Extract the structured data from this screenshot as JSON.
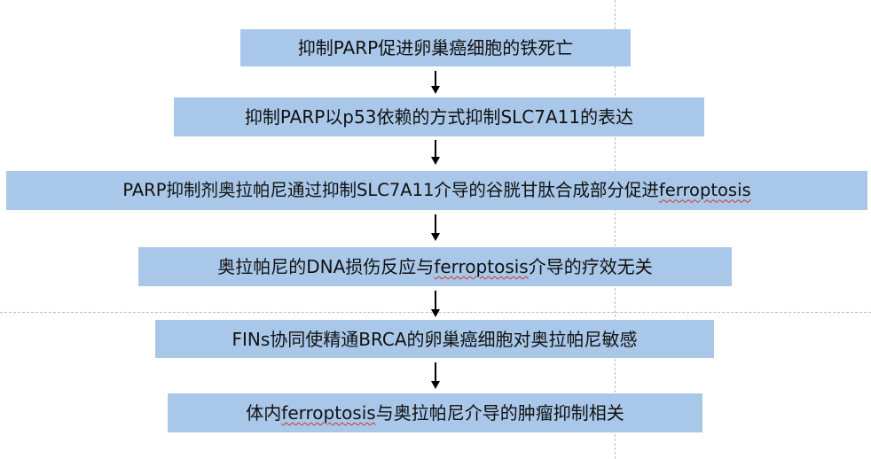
{
  "steps": [
    {
      "text": "抑制PARP促进卵巢癌细胞的铁死亡"
    },
    {
      "text": "抑制PARP以p53依赖的方式抑制SLC7A11的表达"
    },
    {
      "text_before": "PARP抑制剂奥拉帕尼通过抑制SLC7A11介导的谷胱甘肽合成部分促进",
      "term": "ferroptosis",
      "text_after": ""
    },
    {
      "text_before": "奥拉帕尼的DNA损伤反应与",
      "term": "ferroptosis",
      "text_after": "介导的疗效无关"
    },
    {
      "text": "FINs协同使精通BRCA的卵巢癌细胞对奥拉帕尼敏感"
    },
    {
      "text_before": "体内",
      "term": "ferroptosis",
      "text_after": "与奥拉帕尼介导的肿瘤抑制相关"
    }
  ],
  "colors": {
    "box_fill": "#a9c7e8",
    "arrow": "#000000",
    "spellcheck_underline": "#d0342c",
    "guide_line": "#bdbdbd"
  }
}
